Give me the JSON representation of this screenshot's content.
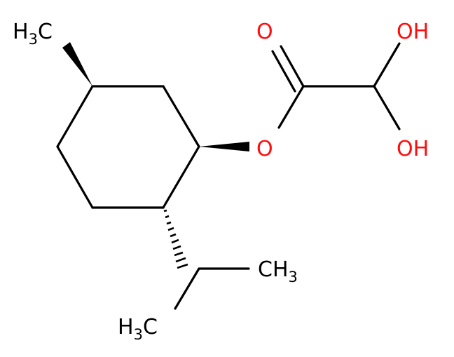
{
  "atoms": {
    "methyl_top": {
      "main": "H",
      "sub": "3",
      "tail": "C"
    },
    "carbonyl_o": {
      "main": "O"
    },
    "oh_top": {
      "main": "OH"
    },
    "ester_o": {
      "main": "O"
    },
    "oh_bottom": {
      "main": "OH"
    },
    "methyl_right": {
      "main": "CH",
      "sub": "3"
    },
    "methyl_bottom": {
      "main": "H",
      "sub": "3",
      "tail": "C"
    }
  },
  "colors": {
    "bond": "#000000",
    "carbon_label": "#000000",
    "oxygen_label": "#ff0d0d"
  }
}
